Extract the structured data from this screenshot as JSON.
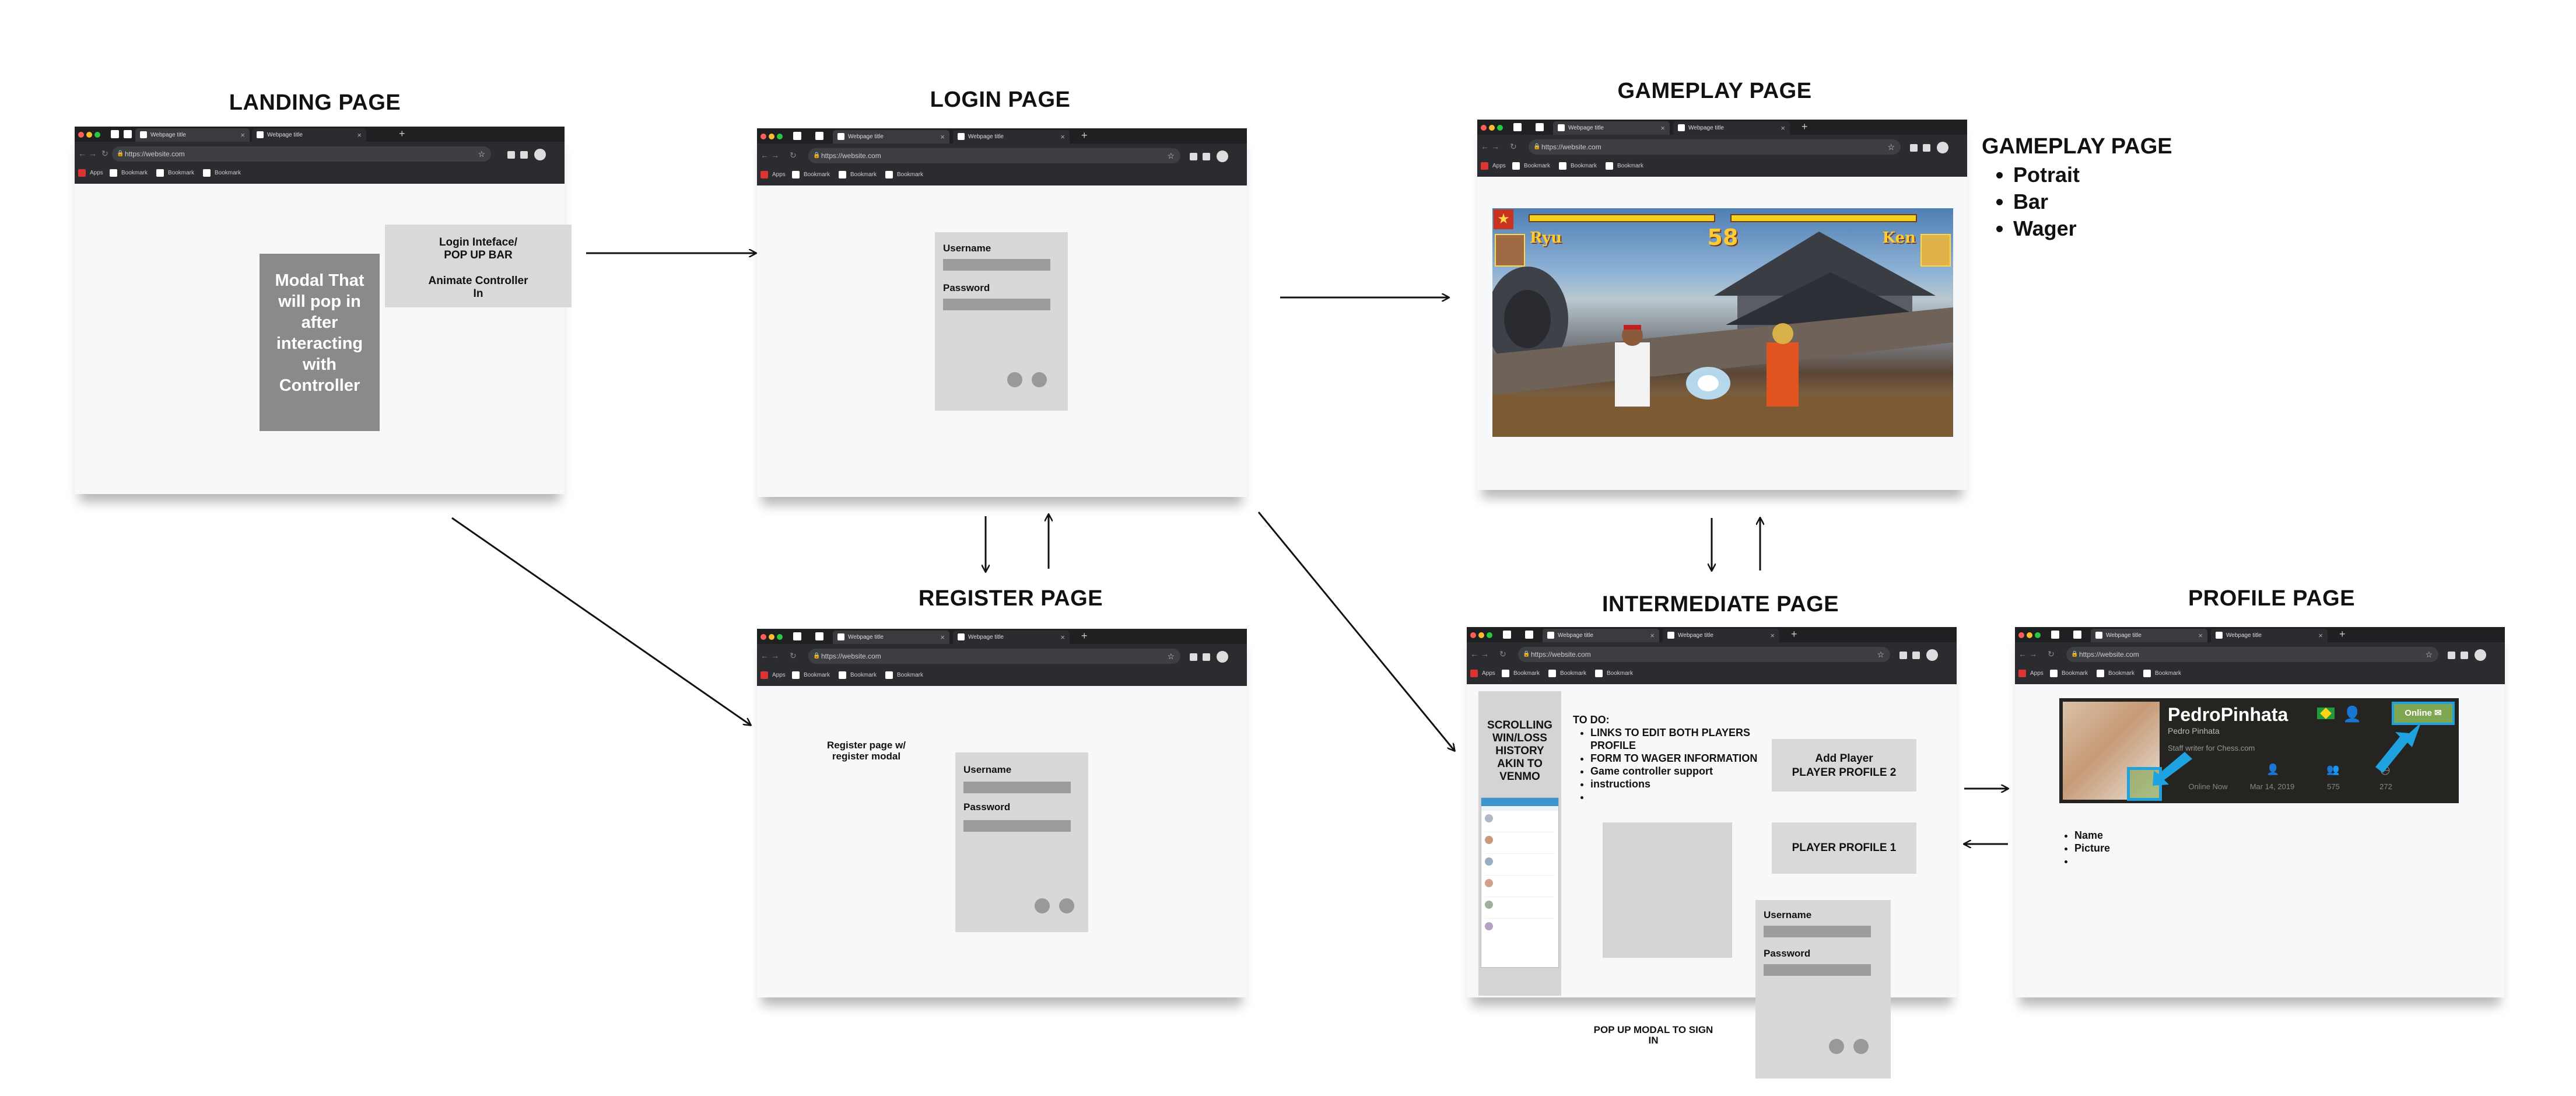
{
  "titles": {
    "landing": "LANDING PAGE",
    "login": "LOGIN PAGE",
    "gameplay": "GAMEPLAY PAGE",
    "register": "REGISTER PAGE",
    "intermediate": "INTERMEDIATE PAGE",
    "profile": "PROFILE PAGE"
  },
  "browser": {
    "tab_title": "Webpage title",
    "url": "https://website.com",
    "apps": "Apps",
    "bookmark": "Bookmark"
  },
  "landing": {
    "modal_text": "Modal That will pop in after interacting with Controller",
    "popup_line1": "Login Inteface/",
    "popup_line2": "POP UP BAR",
    "popup_line3": "Animate Controller",
    "popup_line4": "In"
  },
  "login_form": {
    "username": "Username",
    "password": "Password"
  },
  "register": {
    "note_line1": "Register page w/",
    "note_line2": "register modal"
  },
  "gameplay": {
    "heading": "GAMEPLAY PAGE",
    "items": [
      "Potrait",
      "Bar",
      "Wager"
    ],
    "timer": "58",
    "p1": "Ryu",
    "p2": "Ken"
  },
  "intermediate": {
    "scroll_label": "SCROLLING WIN/LOSS HISTORY AKIN TO VENMO",
    "todo_title": "TO DO:",
    "todo_items": [
      "LINKS TO EDIT BOTH PLAYERS PROFILE",
      "FORM TO WAGER INFORMATION",
      "Game controller support",
      "instructions",
      ""
    ],
    "add_player_line1": "Add Player",
    "add_player_line2": "PLAYER PROFILE 2",
    "player_profile_1": "PLAYER PROFILE 1",
    "popup_note_line1": "POP UP MODAL TO SIGN",
    "popup_note_line2": "IN"
  },
  "profile": {
    "name": "PedroPinhata",
    "subname": "Pedro Pinhata",
    "role": "Staff writer for Chess.com",
    "status_button": "Online",
    "stats": [
      "Online Now",
      "Mar 14, 2019",
      "575",
      "272"
    ],
    "notes": [
      "Name",
      "Picture",
      ""
    ]
  },
  "colors": {
    "chrome": "#2b2c2f",
    "page_bg": "#f7f8fa",
    "form_bg": "#d8d8d8",
    "modal_dark": "#8a8a8a",
    "popup_light": "#d9d9d9",
    "profile_card": "#262421",
    "online_green": "#7fa650",
    "arrow_blue": "#1fa3e0"
  }
}
